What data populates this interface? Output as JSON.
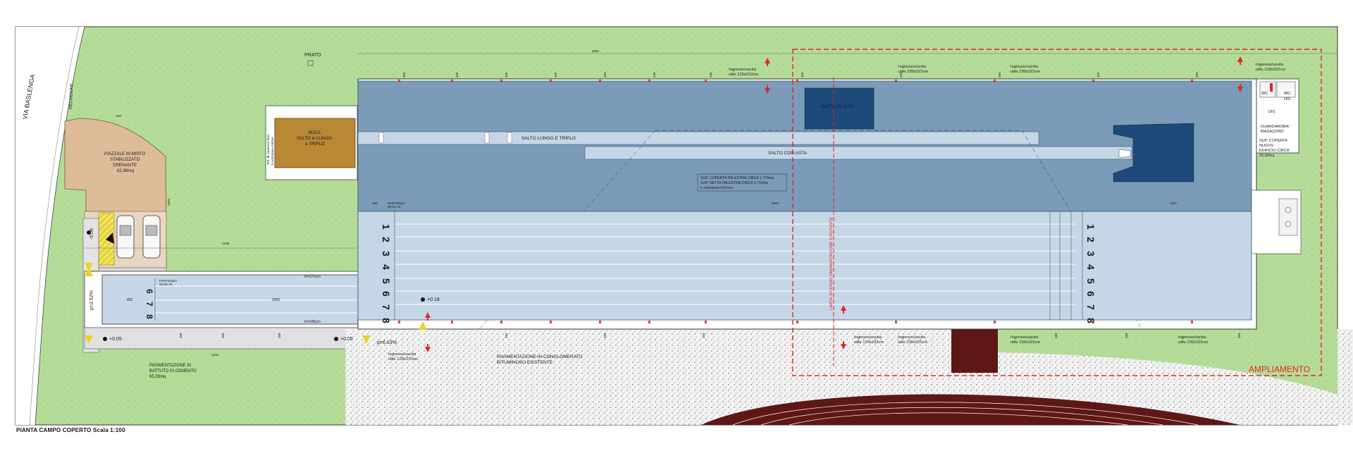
{
  "drawing": {
    "title": "PIANTA CAMPO COPERTO Scala 1:100",
    "road_name": "VIA BASLENGA",
    "fence_label": "RECINZIONE",
    "lawn_label": "PRATO",
    "extension_label": "AMPLIAMENTO",
    "existing_limit_label": "LIMITE INTERNO PAVIMENTAZIONE ESISTENTE"
  },
  "areas": {
    "gravel_lot": [
      "PIAZZALE IN MISTO",
      "STABILIZZATO",
      "DRENANTE",
      "82,96mq"
    ],
    "pit": [
      "BUCA",
      "SALTO in LUNGO",
      "e TRIPLO"
    ],
    "pit_roof_note": [
      "Tett. di copertura fisso",
      "h sottotrave=340cm"
    ],
    "long_jump": "SALTO LUNGO E  TRIPLO",
    "high_jump": "SALTO IN ALTO",
    "pole_vault": "SALTO CON ASTA",
    "hall_info": [
      "SUP. COPERTA PALESTRA CIRCA 1.729mq",
      "SUP. NETTA PALESTRA CIRCA 1.710mq",
      "h sottotrave=910cm"
    ],
    "concrete_paving": [
      "PAVIMENTAZIONE IN",
      "BATTUTO DI CEMENTO",
      "65,33mq"
    ],
    "asphalt_paving": [
      "PAVIMENTAZIONE IN CONGLOMERATO",
      "BITUMINOSO ESISTENTE"
    ],
    "storage": [
      "GUARDAROBA/",
      "MAGAZZINO"
    ],
    "new_building": [
      "SUP. COPERTA",
      "NUOVO",
      "EDIFICIO CIRCA",
      "26,90mq"
    ],
    "wc_labels": [
      "WC",
      "WC",
      "DIS",
      "DIS"
    ],
    "start_label": [
      "PARTENZA",
      "60,00 ml"
    ]
  },
  "lanes": {
    "side_numbers": [
      "6",
      "7",
      "8"
    ],
    "left_numbers": [
      "1",
      "2",
      "3",
      "4",
      "5",
      "6",
      "7",
      "8"
    ],
    "right_numbers": [
      "1",
      "2",
      "3",
      "4",
      "5",
      "6",
      "7",
      "8"
    ]
  },
  "entrances": [
    [
      "Ingresso/uscita",
      "utile 120x210cm"
    ],
    [
      "Ingresso/uscita",
      "utile 230x222cm"
    ],
    [
      "Ingresso/uscita",
      "utile 230x222cm"
    ],
    [
      "Ingresso/uscita",
      "utile 120x222cm"
    ],
    [
      "Ingresso/uscita",
      "utile 120x270cm"
    ],
    [
      "Ingresso/uscita",
      "utile 120x222cm"
    ],
    [
      "Ingresso/uscita",
      "utile 230x222cm"
    ],
    [
      "Ingresso/uscita",
      "utile 230x222cm"
    ],
    [
      "Ingresso/uscita",
      "utile 230x222cm"
    ]
  ],
  "levels": [
    "-0.08",
    "+0.05",
    "+0.05",
    "+0.18"
  ],
  "slopes": [
    "p=3.52%",
    "p=6.63%"
  ],
  "heights": [
    "h=370cm",
    "h=328cm"
  ],
  "dimensions": {
    "d_4065": "4065",
    "d_6000": "6000",
    "d_2060": "2060",
    "d_1297": "1297",
    "d_2199": "2199",
    "d_2219": "2219",
    "d_452": "452",
    "d_837": "837",
    "d_1850": "1850",
    "d_290": "290",
    "d_466": "466",
    "d_408": "408",
    "d_460": "460"
  },
  "colors": {
    "lawn": "#b4dc98",
    "hall_roof": "#7b9bb8",
    "track_floor": "#c5d6e7",
    "pit_sand": "#b88834",
    "mats": "#1d4a78",
    "extension_dash": "#e32626",
    "athletics_track": "#5f1616",
    "gravel_lot": "#ddbc9a"
  }
}
